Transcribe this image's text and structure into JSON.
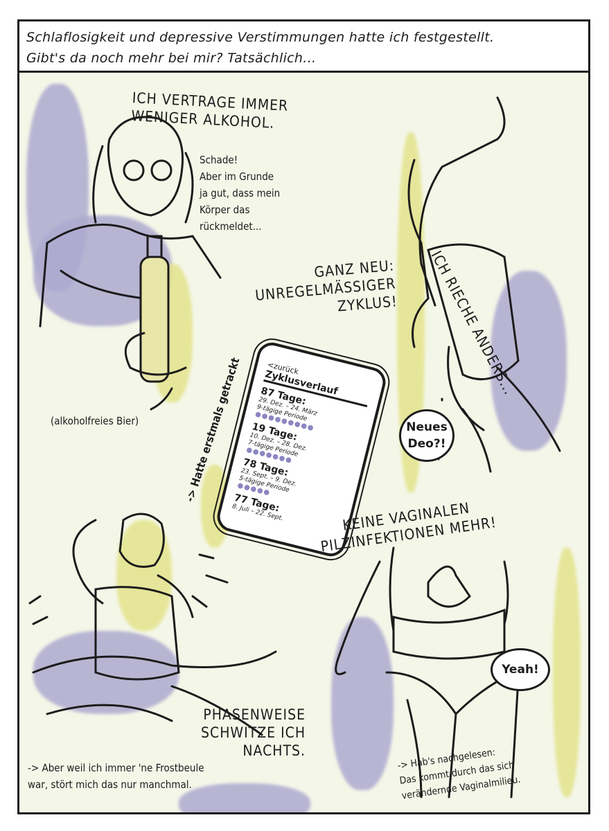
{
  "header": {
    "line1": "Schlaflosigkeit und depressive Verstimmungen hatte ich festgestellt.",
    "line2": "Gibt's da noch mehr bei mir? Tatsächlich..."
  },
  "alcohol": {
    "title": "ICH VERTRAGE IMMER\nWENIGER ALKOHOL.",
    "thought": "Schade!\nAber im Grunde\nja gut, dass mein\nKörper das\nrückmeldet...",
    "note": "(alkoholfreies Bier)"
  },
  "smell": {
    "title": "ICH RIECHE ANDERS...",
    "bubble": "Neues\nDeo?!"
  },
  "cycle": {
    "title": "GANZ NEU:\nUNREGELMÄSSIGER\nZYKLUS!",
    "note": "-> Hatte erstmals getrackt",
    "phone": {
      "back": "<zurück",
      "title": "Zyklusverlauf",
      "entries": [
        {
          "days": "87 Tage:",
          "range": "29. Dez. – 24. März",
          "period": "9-tägige Periode",
          "dots": 9
        },
        {
          "days": "19 Tage:",
          "range": "10. Dez. – 28. Dez.",
          "period": "7-tägige Periode",
          "dots": 7
        },
        {
          "days": "78 Tage:",
          "range": "23. Sept. – 9. Dez.",
          "period": "5-tägige Periode",
          "dots": 5
        },
        {
          "days": "77 Tage:",
          "range": "8. Juli – 22. Sept.",
          "period": "",
          "dots": 0
        }
      ]
    }
  },
  "infection": {
    "title": "KEINE VAGINALEN\nPILZINFEKTIONEN MEHR!",
    "bubble": "Yeah!",
    "note": "-> Hab's nachgelesen:\nDas kommt durch das sich\nverändernde Vaginalmilieu."
  },
  "sweat": {
    "title": "PHASENWEISE\nSCHWITZE ICH\nNACHTS.",
    "note": "-> Aber weil ich immer 'ne Frostbeule\nwar, stört mich das nur manchmal."
  },
  "colors": {
    "purple": "#aeaad0",
    "yellow": "#e3e48c",
    "ink": "#1c1c1c",
    "green": "#f4f6e8"
  }
}
